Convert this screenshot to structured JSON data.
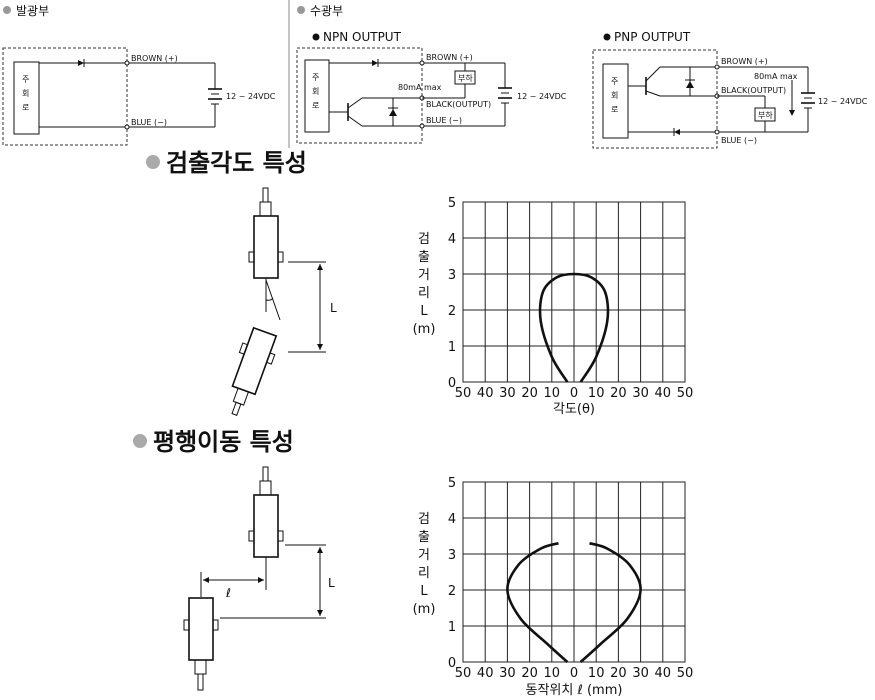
{
  "top": {
    "emitter_label": "발광부",
    "receiver_label": "수광부"
  },
  "circuits": {
    "main_circuit": "주회로",
    "brown": "BROWN (+)",
    "blue": "BLUE (−)",
    "black": "BLACK(OUTPUT)",
    "supply": "12 ~ 24VDC",
    "max_current": "80mA max",
    "load": "부하",
    "npn_title": "NPN  OUTPUT",
    "pnp_title": "PNP  OUTPUT"
  },
  "section1": {
    "title": "검출각도 특성"
  },
  "section2": {
    "title": "평행이동 특성"
  },
  "diagram_labels": {
    "L": "L",
    "l": "ℓ"
  },
  "chart_data": [
    {
      "type": "line",
      "ylabel_chars": [
        "검",
        "출",
        "거",
        "리",
        "L",
        "(m)"
      ],
      "xlabel": "각도(θ)",
      "y_ticks": [
        0,
        1,
        2,
        3,
        4,
        5
      ],
      "x_ticks": [
        "50",
        "40",
        "30",
        "20",
        "10",
        "0",
        "10",
        "20",
        "30",
        "40",
        "50"
      ],
      "xlim": [
        -50,
        50
      ],
      "ylim": [
        0,
        5
      ],
      "grid": true,
      "series": [
        {
          "points": [
            [
              -3,
              0
            ],
            [
              -10,
              0.7
            ],
            [
              -15,
              1.7
            ],
            [
              -14,
              2.5
            ],
            [
              -8,
              2.9
            ],
            [
              0,
              3.0
            ],
            [
              8,
              2.9
            ],
            [
              14,
              2.5
            ],
            [
              15,
              1.7
            ],
            [
              10,
              0.7
            ],
            [
              3,
              0
            ]
          ]
        }
      ]
    },
    {
      "type": "line",
      "ylabel_chars": [
        "검",
        "출",
        "거",
        "리",
        "L",
        "(m)"
      ],
      "xlabel": "동작위치 ℓ (mm)",
      "y_ticks": [
        0,
        1,
        2,
        3,
        4,
        5
      ],
      "x_ticks": [
        "50",
        "40",
        "30",
        "20",
        "10",
        "0",
        "10",
        "20",
        "30",
        "40",
        "50"
      ],
      "xlim": [
        -50,
        50
      ],
      "ylim": [
        0,
        5
      ],
      "grid": true,
      "series": [
        {
          "points": [
            [
              -3,
              0
            ],
            [
              -12,
              0.5
            ],
            [
              -24,
              1.2
            ],
            [
              -30,
              2.0
            ],
            [
              -25,
              2.7
            ],
            [
              -15,
              3.15
            ],
            [
              -7,
              3.3
            ]
          ]
        },
        {
          "points": [
            [
              3,
              0
            ],
            [
              12,
              0.5
            ],
            [
              24,
              1.2
            ],
            [
              30,
              2.0
            ],
            [
              25,
              2.7
            ],
            [
              15,
              3.15
            ],
            [
              7,
              3.3
            ]
          ]
        }
      ]
    }
  ]
}
